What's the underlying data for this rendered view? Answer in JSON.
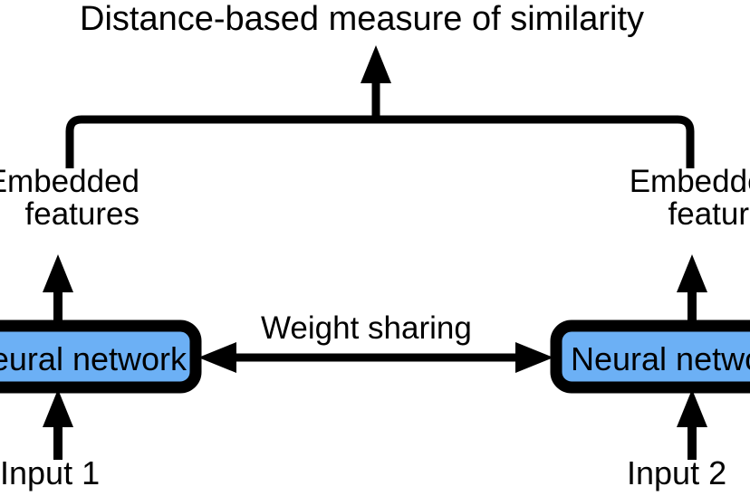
{
  "diagram": {
    "title": "Distance-based measure of similarity",
    "title_arrow": "up-arrow-icon",
    "bracket": "merge-bracket-connector",
    "branches": {
      "left": {
        "embedded_label": "Embedded\nfeatures",
        "embedded_label_line1": "Embedded",
        "embedded_label_line2": "features",
        "network_box_label": "Neural network",
        "input_label": "Input 1",
        "up_arrow_to_embedded": "up-arrow-icon",
        "up_arrow_from_input": "up-arrow-icon"
      },
      "right": {
        "embedded_label": "Embedded\nfeatures",
        "embedded_label_line1": "Embedded",
        "embedded_label_line2": "features",
        "network_box_label": "Neural network",
        "input_label": "Input 2",
        "up_arrow_to_embedded": "up-arrow-icon",
        "up_arrow_from_input": "up-arrow-icon"
      }
    },
    "weight_sharing": {
      "label": "Weight sharing",
      "connector": "double-headed-horizontal-arrow-icon"
    },
    "colors": {
      "box_fill": "#6CB0F5",
      "box_stroke": "#000000",
      "text": "#000000",
      "background": "#FFFFFF",
      "arrow": "#000000"
    }
  }
}
